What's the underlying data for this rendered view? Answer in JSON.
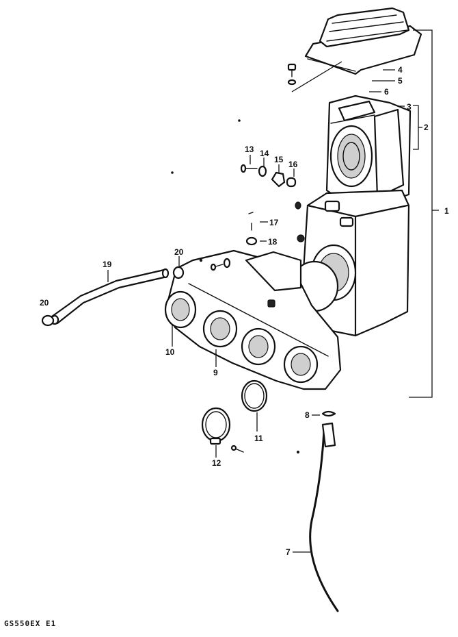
{
  "callouts": [
    "1",
    "2",
    "3",
    "4",
    "5",
    "6",
    "7",
    "8",
    "9",
    "10",
    "11",
    "12",
    "13",
    "14",
    "15",
    "16",
    "17",
    "18",
    "19",
    "20",
    "20"
  ],
  "footer": {
    "model_code": "GS550EX  E1"
  }
}
